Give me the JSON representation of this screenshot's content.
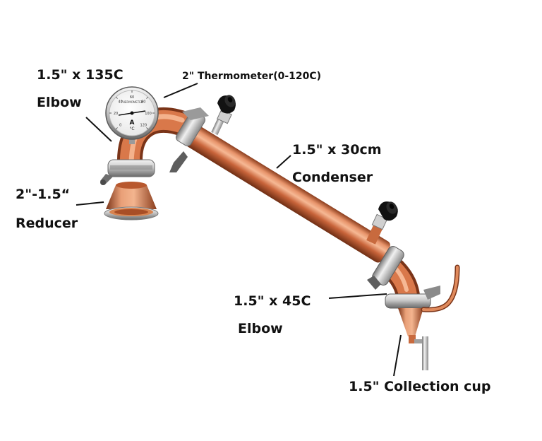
{
  "labels": {
    "elbow135_line1": "1.5\" x 135C",
    "elbow135_line2": "Elbow",
    "thermometer": "2\" Thermometer(0-120C)",
    "condenser_line1": "1.5\" x 30cm",
    "condenser_line2": "Condenser",
    "reducer_line1": "2\"-1.5“",
    "reducer_line2": "Reducer",
    "elbow45_line1": "1.5\" x 45C",
    "elbow45_line2": "Elbow",
    "collection_cup": "1.5\" Collection cup"
  },
  "thermometer_dial": {
    "brand_text": "THERMOMETER",
    "unit_text": "°C",
    "tick_labels": [
      "0",
      "20",
      "40",
      "60",
      "80",
      "100",
      "120"
    ]
  },
  "colors": {
    "background": "#ffffff",
    "copper_light": "#f0a070",
    "copper_mid": "#c8643a",
    "copper_dark": "#7a3418",
    "steel_light": "#f2f2f2",
    "steel_dark": "#6e6e6e",
    "valve_black": "#111111",
    "text": "#111111"
  }
}
